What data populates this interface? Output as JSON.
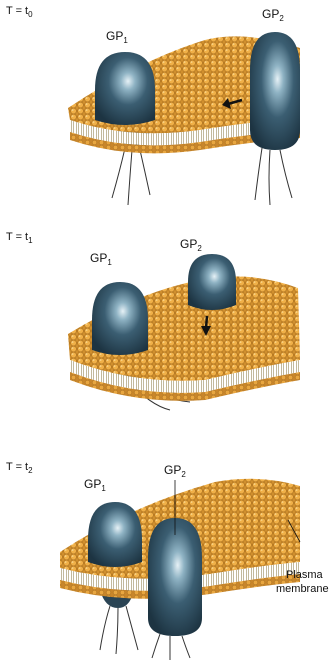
{
  "panels": [
    {
      "time_label": "T = t",
      "time_sub": "0",
      "gp1": "GP",
      "gp1_sub": "1",
      "gp2": "GP",
      "gp2_sub": "2"
    },
    {
      "time_label": "T = t",
      "time_sub": "1",
      "gp1": "GP",
      "gp1_sub": "1",
      "gp2": "GP",
      "gp2_sub": "2"
    },
    {
      "time_label": "T = t",
      "time_sub": "2",
      "gp1": "GP",
      "gp1_sub": "1",
      "gp2": "GP",
      "gp2_sub": "2"
    }
  ],
  "membrane_label": {
    "line1": "Plasma",
    "line2": "membrane"
  },
  "colors": {
    "lipid_head": "#e8a640",
    "lipid_head_dark": "#b97a22",
    "tail": "#9a8a5a",
    "protein": "#2f4c5e",
    "protein_light": "#dbe9f0"
  }
}
